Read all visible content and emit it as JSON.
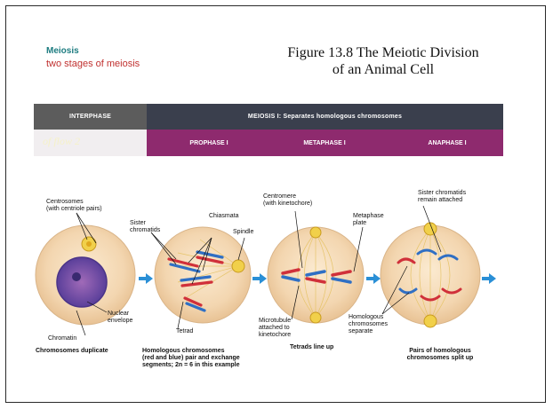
{
  "header": {
    "meiosis_label": "Meiosis",
    "stages_label": "two stages of  meiosis",
    "figure_title_line1": "Figure 13.8 The Meiotic Division",
    "figure_title_line2": "of an Animal Cell"
  },
  "bars": {
    "interphase": "INTERPHASE",
    "meiosis1": "MEIOSIS I: Separates homologous chromosomes",
    "faint_text": "of flow 2",
    "phases": [
      "PROPHASE I",
      "METAPHASE I",
      "ANAPHASE I"
    ]
  },
  "labels": {
    "centrosomes_1": "Centrosomes",
    "centrosomes_2": "(with centriole pairs)",
    "sister_chromatids_1": "Sister",
    "sister_chromatids_2": "chromatids",
    "chiasmata": "Chiasmata",
    "spindle": "Spindle",
    "centromere_1": "Centromere",
    "centromere_2": "(with kinetochore)",
    "metaphase_plate_1": "Metaphase",
    "metaphase_plate_2": "plate",
    "sister_attached_1": "Sister chromatids",
    "sister_attached_2": "remain attached",
    "nuclear_envelope_1": "Nuclear",
    "nuclear_envelope_2": "envelope",
    "chromatin": "Chromatin",
    "tetrad": "Tetrad",
    "microtubule_1": "Microtubule",
    "microtubule_2": "attached to",
    "microtubule_3": "kinetochore",
    "homologous_sep_1": "Homologous",
    "homologous_sep_2": "chromosomes",
    "homologous_sep_3": "separate"
  },
  "captions": {
    "c1": "Chromosomes duplicate",
    "c2_1": "Homologous chromosomes",
    "c2_2": "(red and blue) pair and exchange",
    "c2_3": "segments; 2n = 6 in this example",
    "c3": "Tetrads line up",
    "c4_1": "Pairs of homologous",
    "c4_2": "chromosomes split up"
  },
  "colors": {
    "interphase_bar": "#5c5c5c",
    "meiosis_bar": "#3a3f4d",
    "phase_bar": "#8e2a6e",
    "arrow": "#2a8fd6",
    "chromosome_red": "#d0303a",
    "chromosome_blue": "#2f6fc4"
  }
}
